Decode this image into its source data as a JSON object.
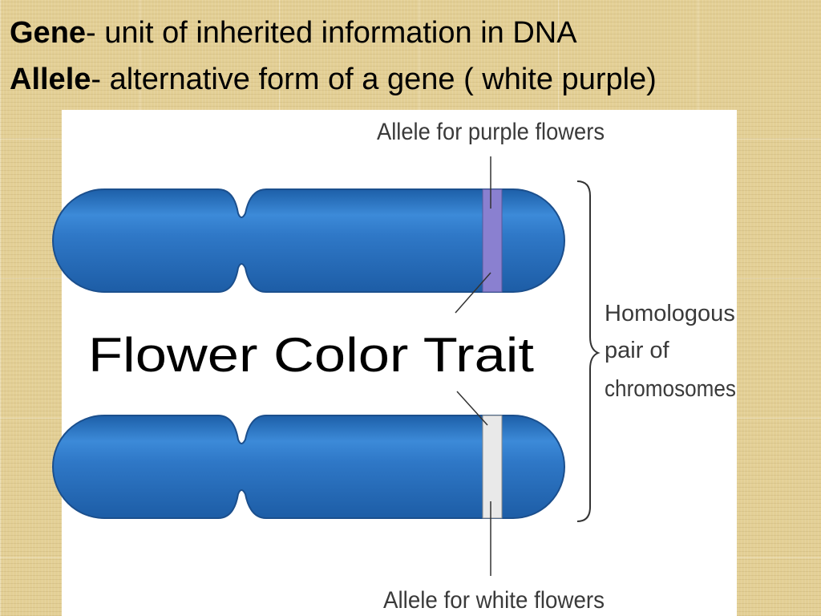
{
  "heading": {
    "line1_term": "Gene",
    "line1_rest": "- unit of inherited information in DNA",
    "line2_term": "Allele",
    "line2_rest": "- alternative form of a gene ( white purple)"
  },
  "diagram": {
    "label_top": "Allele for purple flowers",
    "label_bottom": "Allele for white flowers",
    "bracket_label": [
      "Homologous",
      "pair of",
      "chromosomes"
    ],
    "overlay_title": "Flower Color Trait",
    "colors": {
      "chromosome": "#2f77c8",
      "chromosome_dark": "#1b4f8d",
      "purple_allele": "#8a80d0",
      "white_allele": "#e9e9e9"
    }
  }
}
